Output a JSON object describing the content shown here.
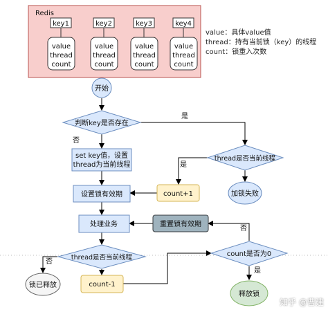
{
  "colors": {
    "redis_fill": "#f8cecc",
    "redis_stroke": "#b85450",
    "process_fill": "#dae8fc",
    "process_stroke": "#6c8ebf",
    "decision_fill": "#dae8fc",
    "start_fill": "#dae8fc",
    "fail_fill": "#dae8fc",
    "count_fill": "#fff2cc",
    "count_stroke": "#d6b656",
    "reset_fill": "#9fb3be",
    "released_fill": "#f5f5f5",
    "release_fill": "#d5e8d4"
  },
  "redis": {
    "title": "Redis",
    "keys": [
      "key1",
      "key2",
      "key3",
      "key4"
    ],
    "value_lines": [
      "value",
      "thread",
      "count"
    ]
  },
  "legend": [
    "value：具体value值",
    "thread：持有当前锁（key）的线程",
    "count：锁重入次数"
  ],
  "nodes": {
    "start": "开始",
    "key_exists": "判断key是否存在",
    "set_key": [
      "set key值，设置",
      "thread为当前线程"
    ],
    "set_expire": "设置锁有效期",
    "process": "处理业务",
    "thread_is_current_top": "thread是否当前线程",
    "count_plus": "count+1",
    "lock_fail": "加锁失败",
    "reset_expire": "重置锁有效期",
    "thread_is_current_bottom": "thread是否当前线程",
    "count_minus": "count-1",
    "count_zero": "count是否为0",
    "lock_released": "锁已释放",
    "release_lock": "释放锁"
  },
  "edge_labels": {
    "exists_yes": "是",
    "exists_no": "否",
    "top_thread_yes": "是",
    "count_zero_no": "否",
    "bottom_thread_no": "否",
    "count_zero_yes": "是"
  },
  "watermark": "知乎 @曹建"
}
